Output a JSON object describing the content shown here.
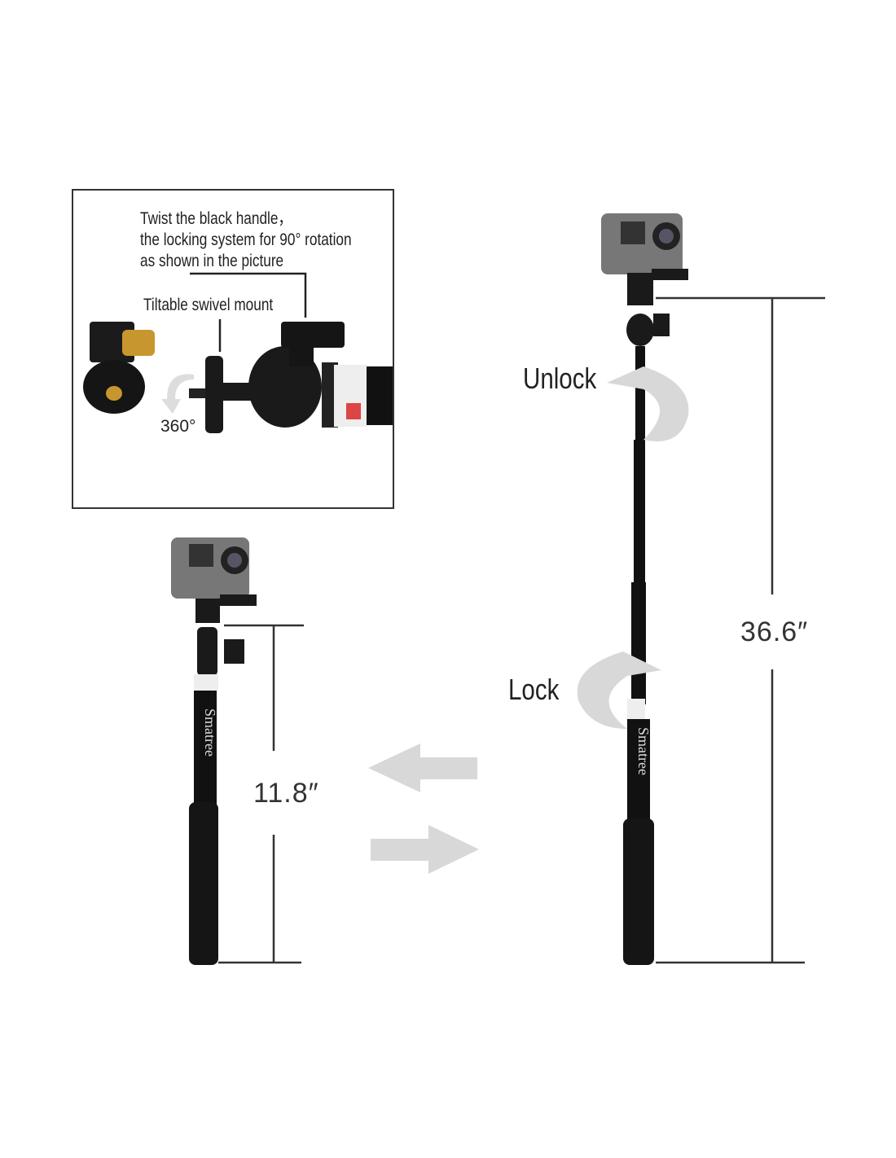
{
  "inset": {
    "instruction_lines": [
      "Twist the black handle，",
      "the locking system for 90° rotation",
      "as shown in the picture"
    ],
    "swivel_label": "Tiltable swivel mount",
    "rotation_label": "360°"
  },
  "short_pole": {
    "length_label": "11.8″",
    "brand": "Smatree"
  },
  "long_pole": {
    "length_label": "36.6″",
    "brand": "Smatree",
    "unlock_label": "Unlock",
    "lock_label": "Lock"
  },
  "colors": {
    "pole": "#111111",
    "arrow": "#d8d8d8",
    "dimension_line": "#333333",
    "brass": "#c8962e"
  }
}
